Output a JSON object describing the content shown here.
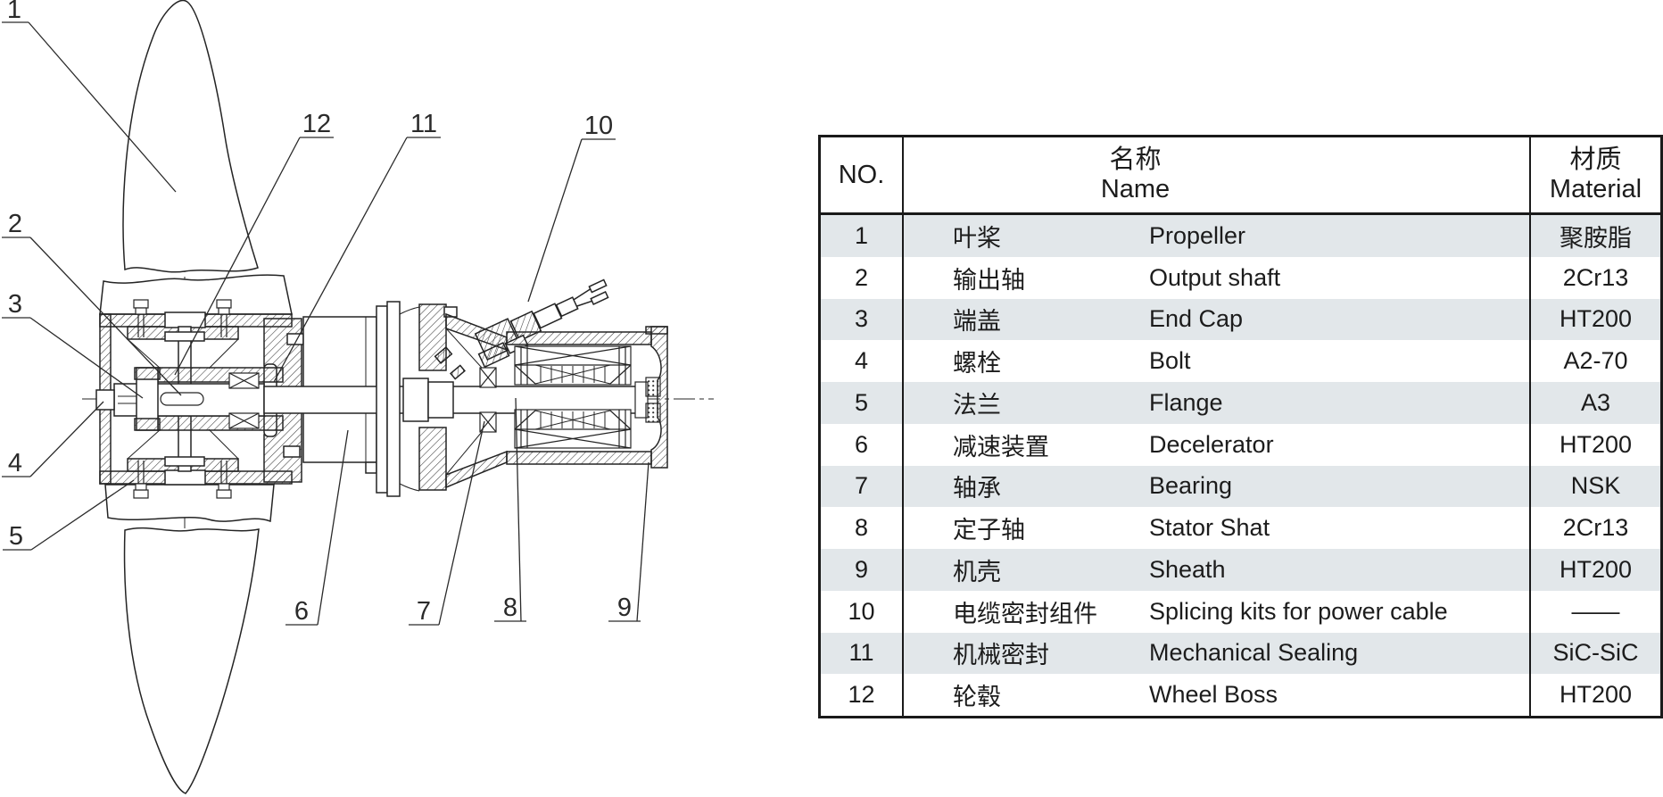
{
  "diagram": {
    "description": "sectional drawing of submersible mixer",
    "callouts": [
      {
        "label": "1"
      },
      {
        "label": "2"
      },
      {
        "label": "3"
      },
      {
        "label": "4"
      },
      {
        "label": "5"
      },
      {
        "label": "6"
      },
      {
        "label": "7"
      },
      {
        "label": "8"
      },
      {
        "label": "9"
      },
      {
        "label": "10"
      },
      {
        "label": "11"
      },
      {
        "label": "12"
      }
    ]
  },
  "table": {
    "header": {
      "no": "NO.",
      "name_zh": "名称",
      "name_en": "Name",
      "material_zh": "材质",
      "material_en": "Material"
    },
    "rows": [
      {
        "no": "1",
        "name_zh": "叶桨",
        "name_en": "Propeller",
        "material": "聚胺脂"
      },
      {
        "no": "2",
        "name_zh": "输出轴",
        "name_en": "Output shaft",
        "material": "2Cr13"
      },
      {
        "no": "3",
        "name_zh": "端盖",
        "name_en": "End Cap",
        "material": "HT200"
      },
      {
        "no": "4",
        "name_zh": "螺栓",
        "name_en": "Bolt",
        "material": "A2-70"
      },
      {
        "no": "5",
        "name_zh": "法兰",
        "name_en": "Flange",
        "material": "A3"
      },
      {
        "no": "6",
        "name_zh": "减速装置",
        "name_en": "Decelerator",
        "material": "HT200"
      },
      {
        "no": "7",
        "name_zh": "轴承",
        "name_en": "Bearing",
        "material": "NSK"
      },
      {
        "no": "8",
        "name_zh": "定子轴",
        "name_en": "Stator Shat",
        "material": "2Cr13"
      },
      {
        "no": "9",
        "name_zh": "机壳",
        "name_en": "Sheath",
        "material": "HT200"
      },
      {
        "no": "10",
        "name_zh": "电缆密封组件",
        "name_en": "Splicing kits for power cable",
        "material": "——"
      },
      {
        "no": "11",
        "name_zh": "机械密封",
        "name_en": "Mechanical Sealing",
        "material": "SiC-SiC"
      },
      {
        "no": "12",
        "name_zh": "轮毂",
        "name_en": "Wheel Boss",
        "material": "HT200"
      }
    ],
    "colors": {
      "row_shade": "#e2e7ea",
      "border": "#1a1a1a"
    }
  }
}
